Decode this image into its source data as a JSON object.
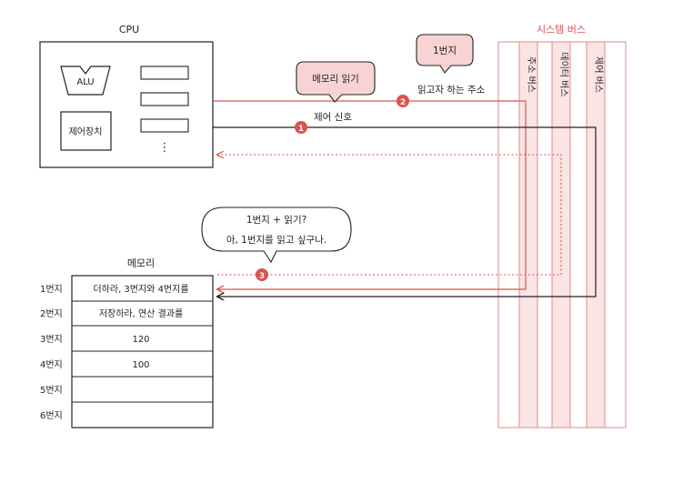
{
  "cpu": {
    "label": "CPU",
    "alu_label": "ALU",
    "control_unit_label": "제어장치",
    "register_ellipsis": "⋮"
  },
  "system_bus": {
    "title": "시스템 버스",
    "address_bus": "주소 버스",
    "data_bus": "데이터 버스",
    "control_bus": "제어 버스"
  },
  "bubbles": {
    "memory_read": "메모리 읽기",
    "address_1": "1번지",
    "memory_line1": "1번지 + 읽기?",
    "memory_line2": "아, 1번지를 읽고 싶구나."
  },
  "signals": {
    "address_to_read": "읽고자 하는 주소",
    "control_signal": "제어 신호"
  },
  "steps": [
    "1",
    "2",
    "3"
  ],
  "memory": {
    "label": "메모리",
    "rows": [
      {
        "address": "1번지",
        "content": "더하라, 3번지와 4번지를"
      },
      {
        "address": "2번지",
        "content": "저장하라, 연산 결과를"
      },
      {
        "address": "3번지",
        "content": "120"
      },
      {
        "address": "4번지",
        "content": "100"
      },
      {
        "address": "5번지",
        "content": ""
      },
      {
        "address": "6번지",
        "content": ""
      }
    ]
  },
  "colors": {
    "accent_red": "#d9534f",
    "bus_fill": "#fbe4e4",
    "bubble_fill": "#f8d3d3",
    "line": "#222222"
  }
}
